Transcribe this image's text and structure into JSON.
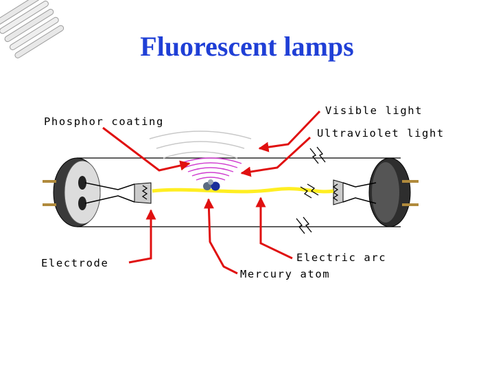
{
  "slide": {
    "title": "Fluorescent lamps",
    "thumbnail_icon": "fluorescent-tubes-icon"
  },
  "diagram": {
    "labels": {
      "visible_light": "Visible light",
      "ultraviolet_light": "Ultraviolet light",
      "phosphor_coating": "Phosphor coating",
      "electrode": "Electrode",
      "electric_arc": "Electric arc",
      "mercury_atom": "Mercury atom"
    },
    "colors": {
      "title": "#1f3fd6",
      "arrow": "#e01010",
      "arc": "#ffee22",
      "uv_waves": "#d040d0",
      "end_caps": "#333333"
    }
  }
}
